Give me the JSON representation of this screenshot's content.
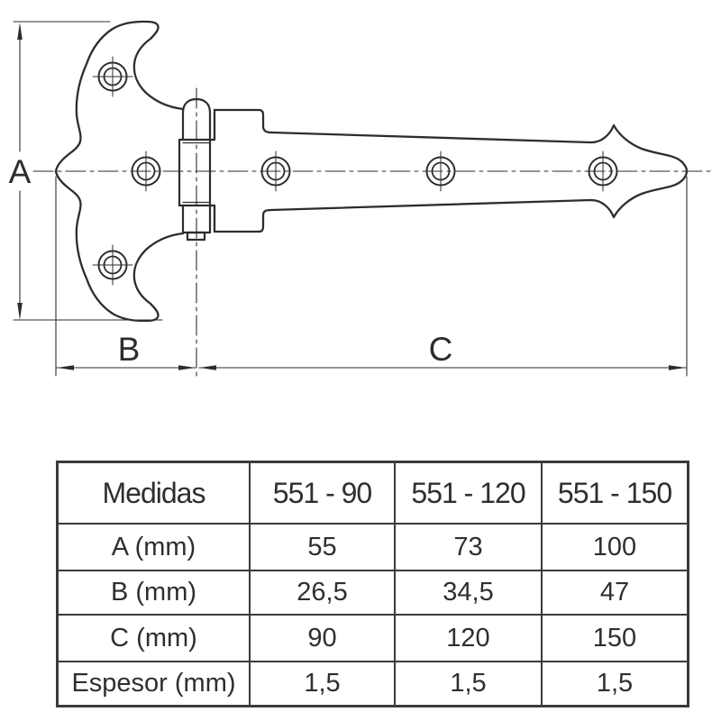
{
  "drawing": {
    "dim_labels": {
      "a": "A",
      "b": "B",
      "c": "C"
    }
  },
  "table": {
    "header": [
      "Medidas",
      "551 - 90",
      "551 - 120",
      "551 - 150"
    ],
    "rows": [
      {
        "label": "A (mm)",
        "values": [
          "55",
          "73",
          "100"
        ]
      },
      {
        "label": "B (mm)",
        "values": [
          "26,5",
          "34,5",
          "47"
        ]
      },
      {
        "label": "C (mm)",
        "values": [
          "90",
          "120",
          "150"
        ]
      },
      {
        "label": "Espesor (mm)",
        "values": [
          "1,5",
          "1,5",
          "1,5"
        ]
      }
    ]
  },
  "colors": {
    "line": "#2d2d2d",
    "table_border": "#3a3a3a",
    "text": "#2f2f2f",
    "background": "#ffffff"
  }
}
